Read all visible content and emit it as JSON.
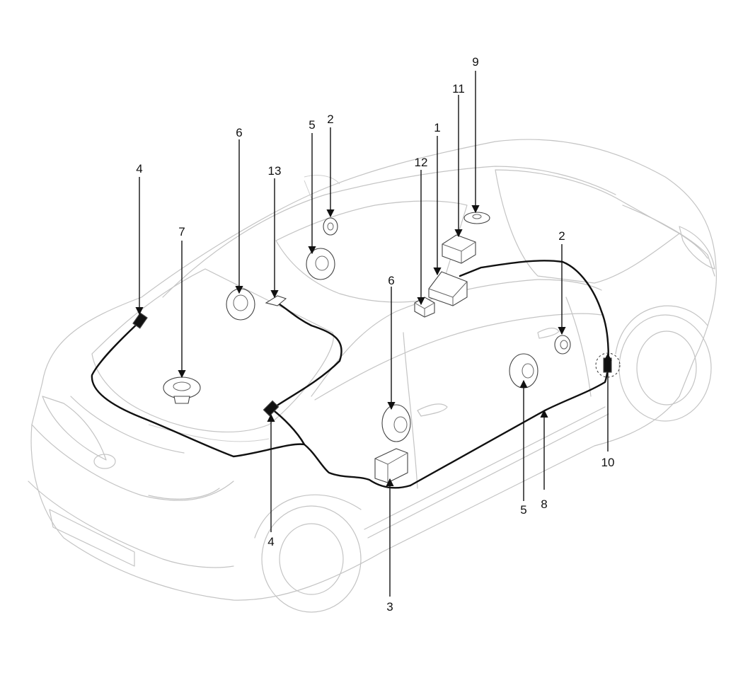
{
  "callouts": [
    {
      "id": "c1",
      "text": "1"
    },
    {
      "id": "c2a",
      "text": "2"
    },
    {
      "id": "c2b",
      "text": "2"
    },
    {
      "id": "c3",
      "text": "3"
    },
    {
      "id": "c4a",
      "text": "4"
    },
    {
      "id": "c4b",
      "text": "4"
    },
    {
      "id": "c5a",
      "text": "5"
    },
    {
      "id": "c5b",
      "text": "5"
    },
    {
      "id": "c6a",
      "text": "6"
    },
    {
      "id": "c6b",
      "text": "6"
    },
    {
      "id": "c7",
      "text": "7"
    },
    {
      "id": "c8",
      "text": "8"
    },
    {
      "id": "c9",
      "text": "9"
    },
    {
      "id": "c10",
      "text": "10"
    },
    {
      "id": "c11",
      "text": "11"
    },
    {
      "id": "c12",
      "text": "12"
    },
    {
      "id": "c13",
      "text": "13"
    }
  ]
}
